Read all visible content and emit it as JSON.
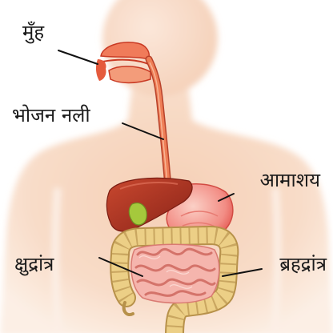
{
  "labels": {
    "mouth": "मुँह",
    "esophagus": "भोजन नली",
    "stomach": "आमाशय",
    "small_intestine": "क्षुद्रांत्र",
    "large_intestine": "ब्रहद्रांत्र"
  },
  "colors": {
    "label_text": "#1a1a1a",
    "pointer_line": "#111111",
    "gallbladder": "#a5c93c",
    "small_intestine": "#f5b5ad",
    "large_intestine": "#eccf86"
  }
}
